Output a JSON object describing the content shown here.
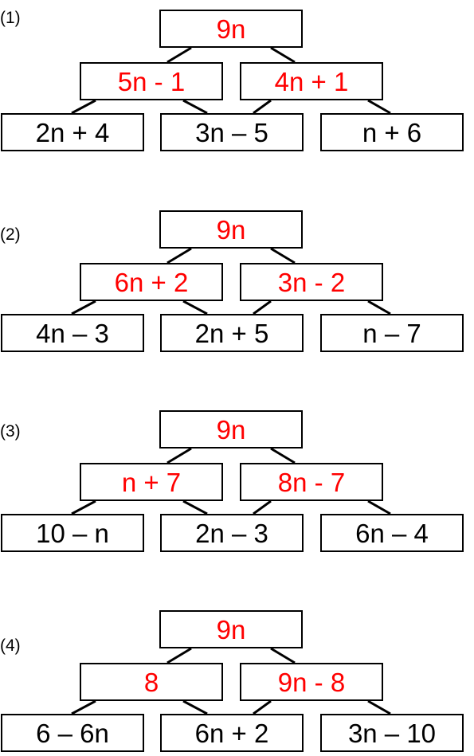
{
  "colors": {
    "answer": "#ff0000",
    "given": "#000000"
  },
  "problems": [
    {
      "label": "(1)",
      "top": "9n",
      "mid": [
        "5n - 1",
        "4n + 1"
      ],
      "bottom": [
        "2n + 4",
        "3n – 5",
        "n + 6"
      ]
    },
    {
      "label": "(2)",
      "top": "9n",
      "mid": [
        "6n + 2",
        "3n - 2"
      ],
      "bottom": [
        "4n – 3",
        "2n + 5",
        "n – 7"
      ]
    },
    {
      "label": "(3)",
      "top": "9n",
      "mid": [
        "n + 7",
        "8n - 7"
      ],
      "bottom": [
        "10 – n",
        "2n – 3",
        "6n – 4"
      ]
    },
    {
      "label": "(4)",
      "top": "9n",
      "mid": [
        "8",
        "9n - 8"
      ],
      "bottom": [
        "6 – 6n",
        "6n + 2",
        "3n – 10"
      ]
    }
  ]
}
